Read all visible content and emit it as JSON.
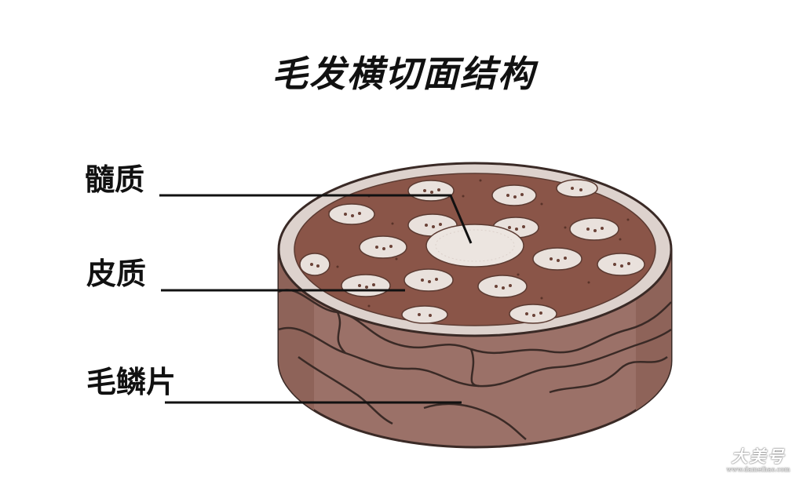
{
  "title": "毛发横切面结构",
  "labels": {
    "medulla": "髓质",
    "cortex": "皮质",
    "cuticle": "毛鳞片"
  },
  "colors": {
    "cortex_fill": "#8a5548",
    "cuticle_fill": "#9b7168",
    "rim_fill": "#ddd2cd",
    "cell_fill": "#e9e1dc",
    "outline": "#3a2a26"
  },
  "watermark": {
    "logo_text": "大美号",
    "url_text": "www.dameihao.com"
  }
}
